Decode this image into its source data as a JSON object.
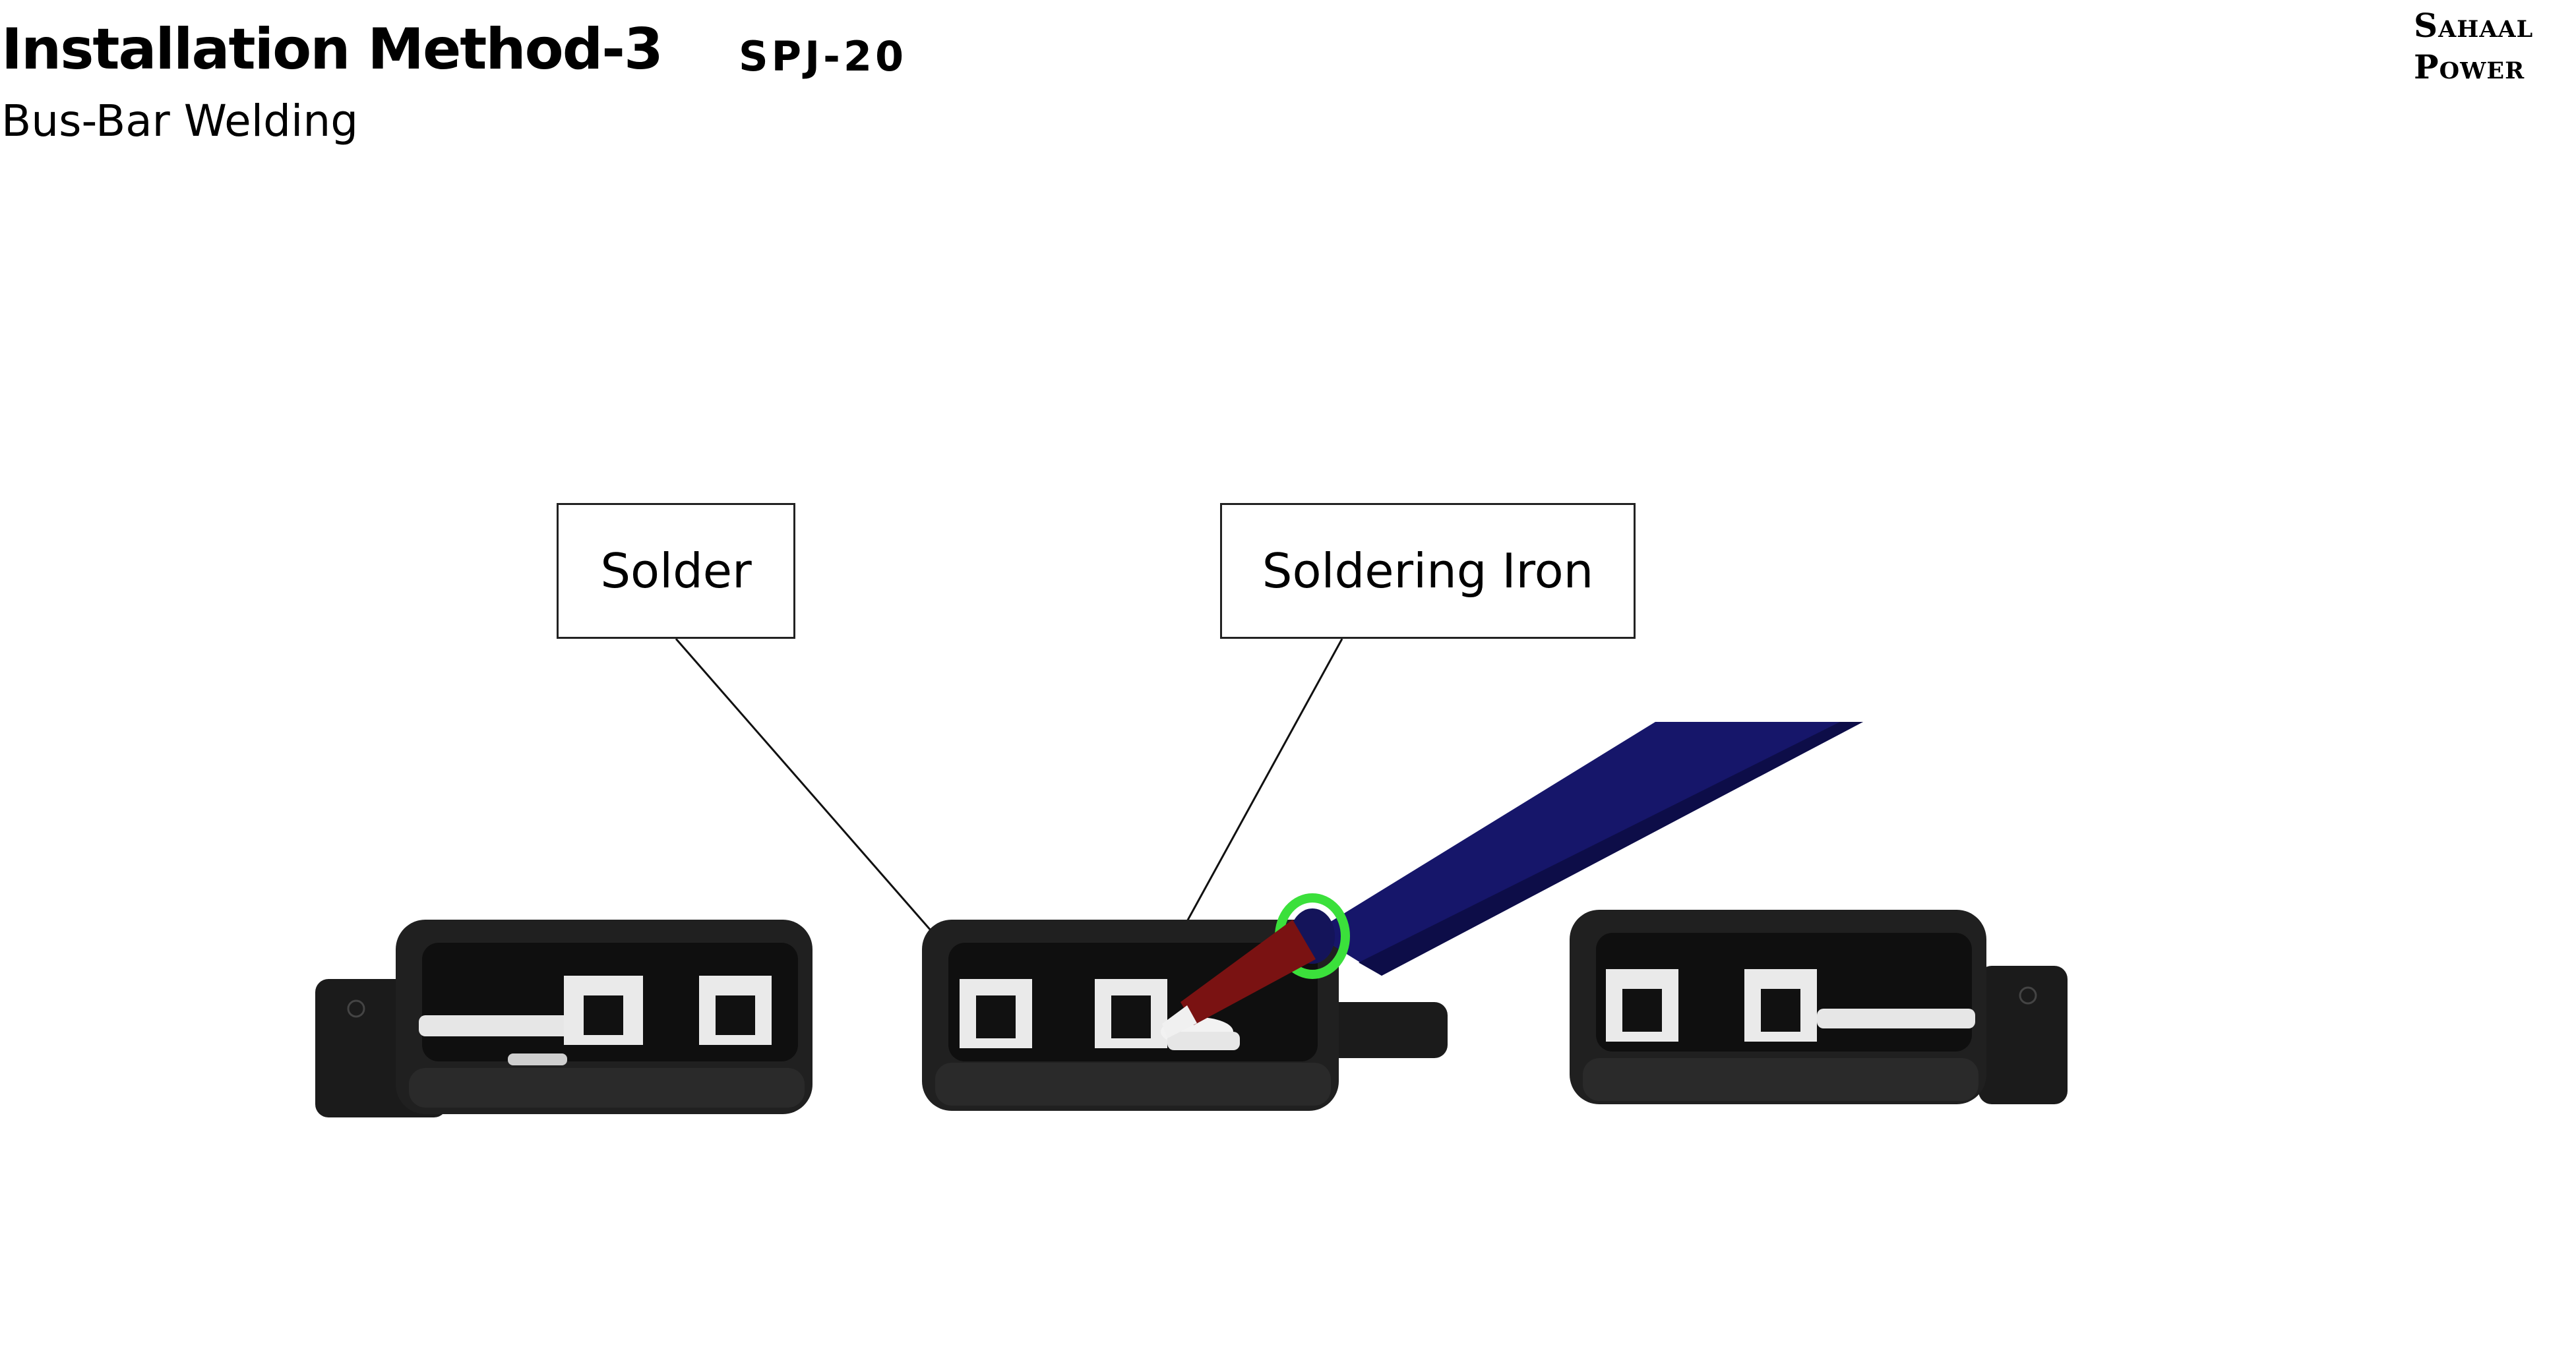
{
  "header": {
    "title": "Installation Method-3",
    "model": "SPJ-20",
    "subtitle": "Bus-Bar Welding"
  },
  "brand": {
    "line1": "Sahaal",
    "line2": "Power"
  },
  "callouts": {
    "solder": "Solder",
    "soldering_iron": "Soldering Iron"
  },
  "colors": {
    "housing": "#1b1b1b",
    "iron_handle": "#16166a",
    "iron_tip": "#7a1212",
    "iron_ring": "#3be03b",
    "terminal": "#e6e6e6"
  }
}
